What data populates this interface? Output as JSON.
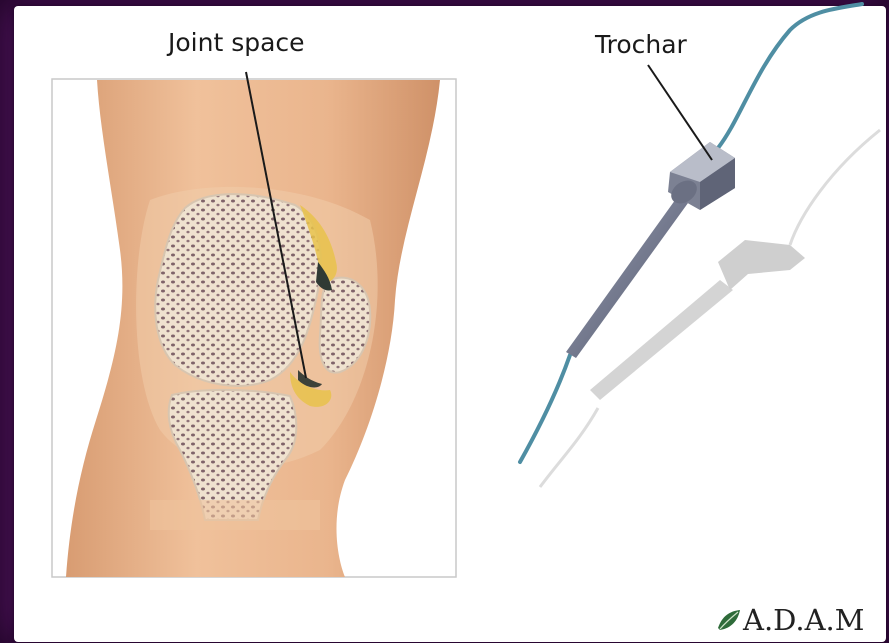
{
  "labels": {
    "joint_space": "Joint space",
    "trochar": "Trochar"
  },
  "logo": {
    "text": "ADAM",
    "display_text": "A.D.A.M",
    "icon": "leaf-logo-icon"
  },
  "colors": {
    "frame": "#4a1256",
    "background": "#ffffff",
    "skin": "#e8b48c",
    "bone": "#efe2cf",
    "bone_pores": "#8a6f73",
    "cartilage": "#e7c24b",
    "instrument": "#6f7489",
    "cable": "#4f8ea3"
  }
}
